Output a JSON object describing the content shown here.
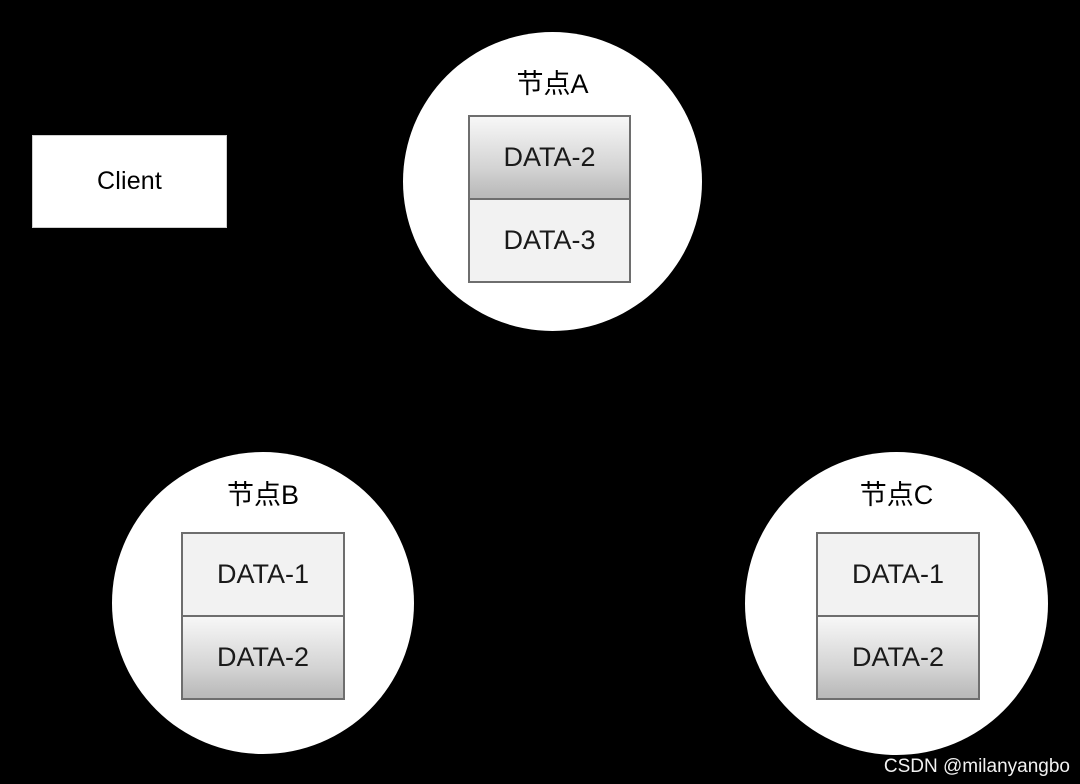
{
  "diagram": {
    "background_color": "#000000",
    "title_font_color": "#000000",
    "node_fill_color": "#ffffff",
    "cell_light_color": "#f2f2f2",
    "cell_shaded_color": "#bdbdbd",
    "cell_border_color": "#6e6e6e"
  },
  "client": {
    "label": "Client",
    "fill": "#ffffff"
  },
  "nodes": [
    {
      "id": "node-a",
      "title": "节点A",
      "cells": [
        {
          "label": "DATA-2",
          "style": "shaded"
        },
        {
          "label": "DATA-3",
          "style": "light"
        }
      ]
    },
    {
      "id": "node-b",
      "title": "节点B",
      "cells": [
        {
          "label": "DATA-1",
          "style": "light"
        },
        {
          "label": "DATA-2",
          "style": "shaded"
        }
      ]
    },
    {
      "id": "node-c",
      "title": "节点C",
      "cells": [
        {
          "label": "DATA-1",
          "style": "light"
        },
        {
          "label": "DATA-2",
          "style": "shaded"
        }
      ]
    }
  ],
  "watermark": {
    "text": "CSDN @milanyangbo",
    "color": "#ffffff"
  }
}
